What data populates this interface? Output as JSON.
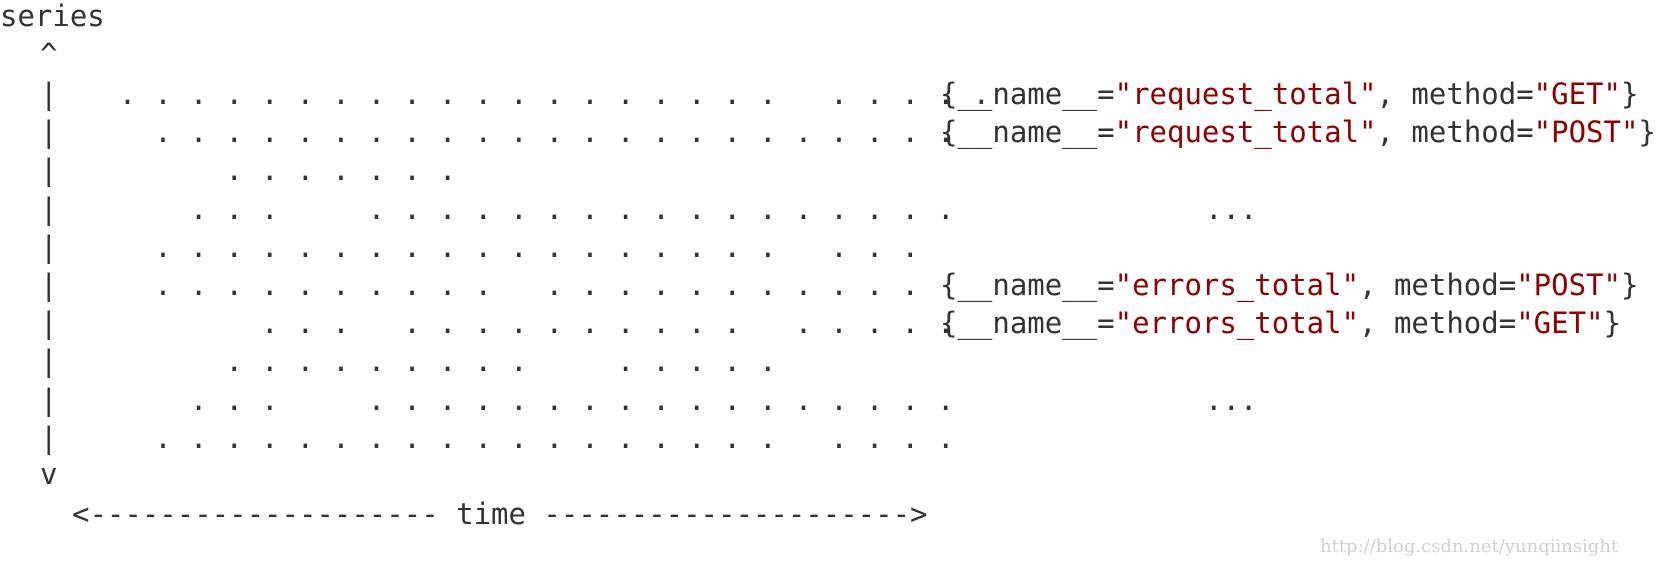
{
  "diagram": {
    "y_axis_label": "series",
    "y_axis_top_arrow": "^",
    "y_axis_bottom_arrow": "v",
    "axis_bar": "|",
    "x_axis": "<-------------------- time --------------------->",
    "rows": [
      {
        "dots": "  .  .  .  .  .  .  .  .  .  .  .  .  .  .  .  .  .  .  .     .  .  .  .  .",
        "label": {
          "name_key": "{__name__=",
          "name_value": "\"request_total\"",
          "sep": ", method=",
          "method_value": "\"GET\"",
          "close": "}"
        }
      },
      {
        "dots": "     .  .  .  .  .  .  .  .  .  .  .  .  .  .  .  .  .  .  .  .  .  .  .",
        "label": {
          "name_key": "{__name__=",
          "name_value": "\"request_total\"",
          "sep": ", method=",
          "method_value": "\"POST\"",
          "close": "}"
        }
      },
      {
        "dots": "           .  .  .  .  .  .  .",
        "label": null
      },
      {
        "dots": "        .  .  .        .  .  .  .  .  .  .  .  .  .  .  .  .  .  .  .  .",
        "ellipsis": "..."
      },
      {
        "dots": "     .  .  .  .  .  .  .  .  .  .  .  .  .  .  .  .  .  .     .  .  .",
        "label": null
      },
      {
        "dots": "     .  .  .  .  .  .  .  .  .  .     .  .  .  .  .  .  .  .  .  .  .",
        "label": {
          "name_key": "{__name__=",
          "name_value": "\"errors_total\"",
          "sep": ", method=",
          "method_value": "\"POST\"",
          "close": "}"
        }
      },
      {
        "dots": "              .  .  .     .  .  .  .  .  .  .  .  .  .     .  .  .  .  .",
        "label": {
          "name_key": "{__name__=",
          "name_value": "\"errors_total\"",
          "sep": ", method=",
          "method_value": "\"GET\"",
          "close": "}"
        }
      },
      {
        "dots": "           .  .  .  .  .  .  .  .  .        .  .  .  .  .",
        "label": null
      },
      {
        "dots": "        .  .  .        .  .  .  .  .  .  .  .  .  .  .  .  .  .  .  .  .",
        "ellipsis": "..."
      },
      {
        "dots": "     .  .  .  .  .  .  .  .  .  .  .  .  .  .  .  .  .  .     .  .  .  .",
        "label": null
      }
    ]
  },
  "watermark": "http://blog.csdn.net/yunqiinsight"
}
